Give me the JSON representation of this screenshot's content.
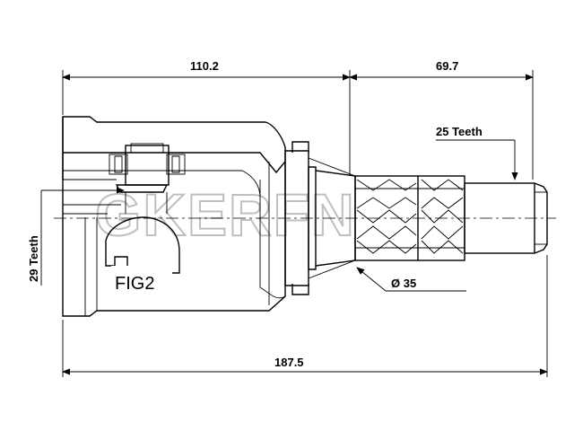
{
  "dimensions": {
    "left_length": "110.2",
    "right_length": "69.7",
    "total_length": "187.5",
    "outer_teeth": "25 Teeth",
    "inner_teeth": "29 Teeth",
    "diameter": "Ø 35"
  },
  "figure_label": "FIG2",
  "watermark": "GKERFN",
  "colors": {
    "line": "#000000",
    "watermark": "#bfbfbf",
    "background": "#ffffff"
  }
}
